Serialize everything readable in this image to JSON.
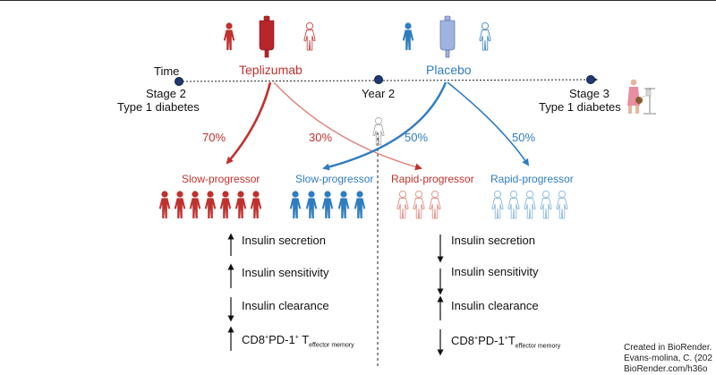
{
  "timeline": {
    "time_label": "Time",
    "stage2_line1": "Stage 2",
    "stage2_line2": "Type 1 diabetes",
    "year2_label": "Year 2",
    "stage3_line1": "Stage 3",
    "stage3_line2": "Type 1 diabetes"
  },
  "treatments": {
    "teplizumab": "Teplizumab",
    "placebo": "Placebo"
  },
  "percentages": {
    "tep_slow": "70%",
    "tep_rapid": "30%",
    "pla_slow": "50%",
    "pla_rapid": "50%"
  },
  "groups": {
    "tep_slow": "Slow-progressor",
    "pla_slow": "Slow-progressor",
    "tep_rapid": "Rapid-progressor",
    "pla_rapid": "Rapid-progressor"
  },
  "left_metrics": {
    "m1": "Insulin secretion",
    "m2": "Insulin sensitivity",
    "m3": "Insulin clearance",
    "m4_main": "CD8",
    "m4_sup1": "+",
    "m4_mid": "PD-1",
    "m4_sup2": "+",
    "m4_t": " T",
    "m4_sub": "effector memory"
  },
  "right_metrics": {
    "m1": "Insulin secretion",
    "m2": "Insulin sensitivity",
    "m3": "Insulin clearance",
    "m4_main": "CD8",
    "m4_sup1": "+",
    "m4_mid": "PD-1",
    "m4_sup2": "+",
    "m4_t": "T",
    "m4_sub": "effector memory"
  },
  "credit": {
    "line1": "Created in BioRender.",
    "line2": "Evans-molina, C. (202",
    "line3": "BioRender.com/h36o"
  },
  "colors": {
    "teplizumab": "#c0312d",
    "placebo": "#2f7cc0",
    "tep_light": "#e8a49f",
    "pla_light": "#a9cbe8",
    "timeline_dot": "#1f3b73"
  }
}
